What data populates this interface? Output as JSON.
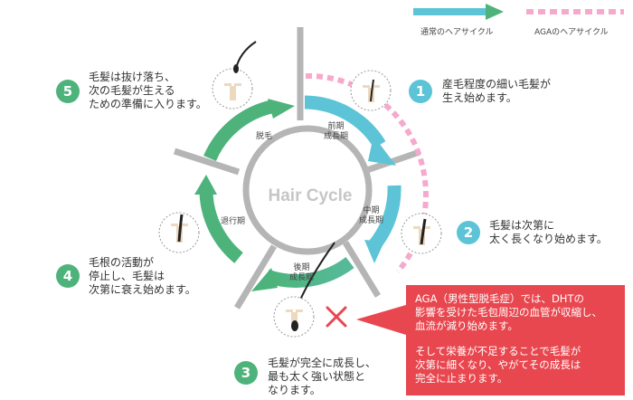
{
  "legend": {
    "normal": "通常のヘアサイクル",
    "aga": "AGAのヘアサイクル",
    "normal_color": "#5cc4d6",
    "aga_color": "#f5a9cc"
  },
  "center": {
    "title": "Hair Cycle"
  },
  "phases": {
    "early": [
      "前期",
      "成長期"
    ],
    "middle": [
      "中期",
      "成長期"
    ],
    "late": [
      "後期",
      "成長期"
    ],
    "regression": [
      "退行期"
    ],
    "shedding": [
      "脱毛"
    ]
  },
  "steps": [
    {
      "num": "1",
      "lines": [
        "産毛程度の細い毛髪が",
        "生え始めます。"
      ]
    },
    {
      "num": "2",
      "lines": [
        "毛髪は次第に",
        "太く長くなり始めます。"
      ]
    },
    {
      "num": "3",
      "lines": [
        "毛髪が完全に成長し、",
        "最も太く強い状態と",
        "なります。"
      ]
    },
    {
      "num": "4",
      "lines": [
        "毛根の活動が",
        "停止し、毛髪は",
        "次第に衰え始めます。"
      ]
    },
    {
      "num": "5",
      "lines": [
        "毛髪は抜け落ち、",
        "次の毛髪が生える",
        "ための準備に入ります。"
      ]
    }
  ],
  "aga_note": {
    "p1": [
      "AGA（男性型脱毛症）では、DHTの",
      "影響を受けた毛包周辺の血管が収縮し、",
      "血流が減り始めます。"
    ],
    "p2": [
      "そして栄養が不足することで毛髪が",
      "次第に細くなり、やがてその成長は",
      "完全に止まります。"
    ]
  },
  "colors": {
    "green": "#4db37a",
    "blue": "#5cc4d6",
    "red": "#e8474f",
    "spoke": "#b5b5b5"
  }
}
